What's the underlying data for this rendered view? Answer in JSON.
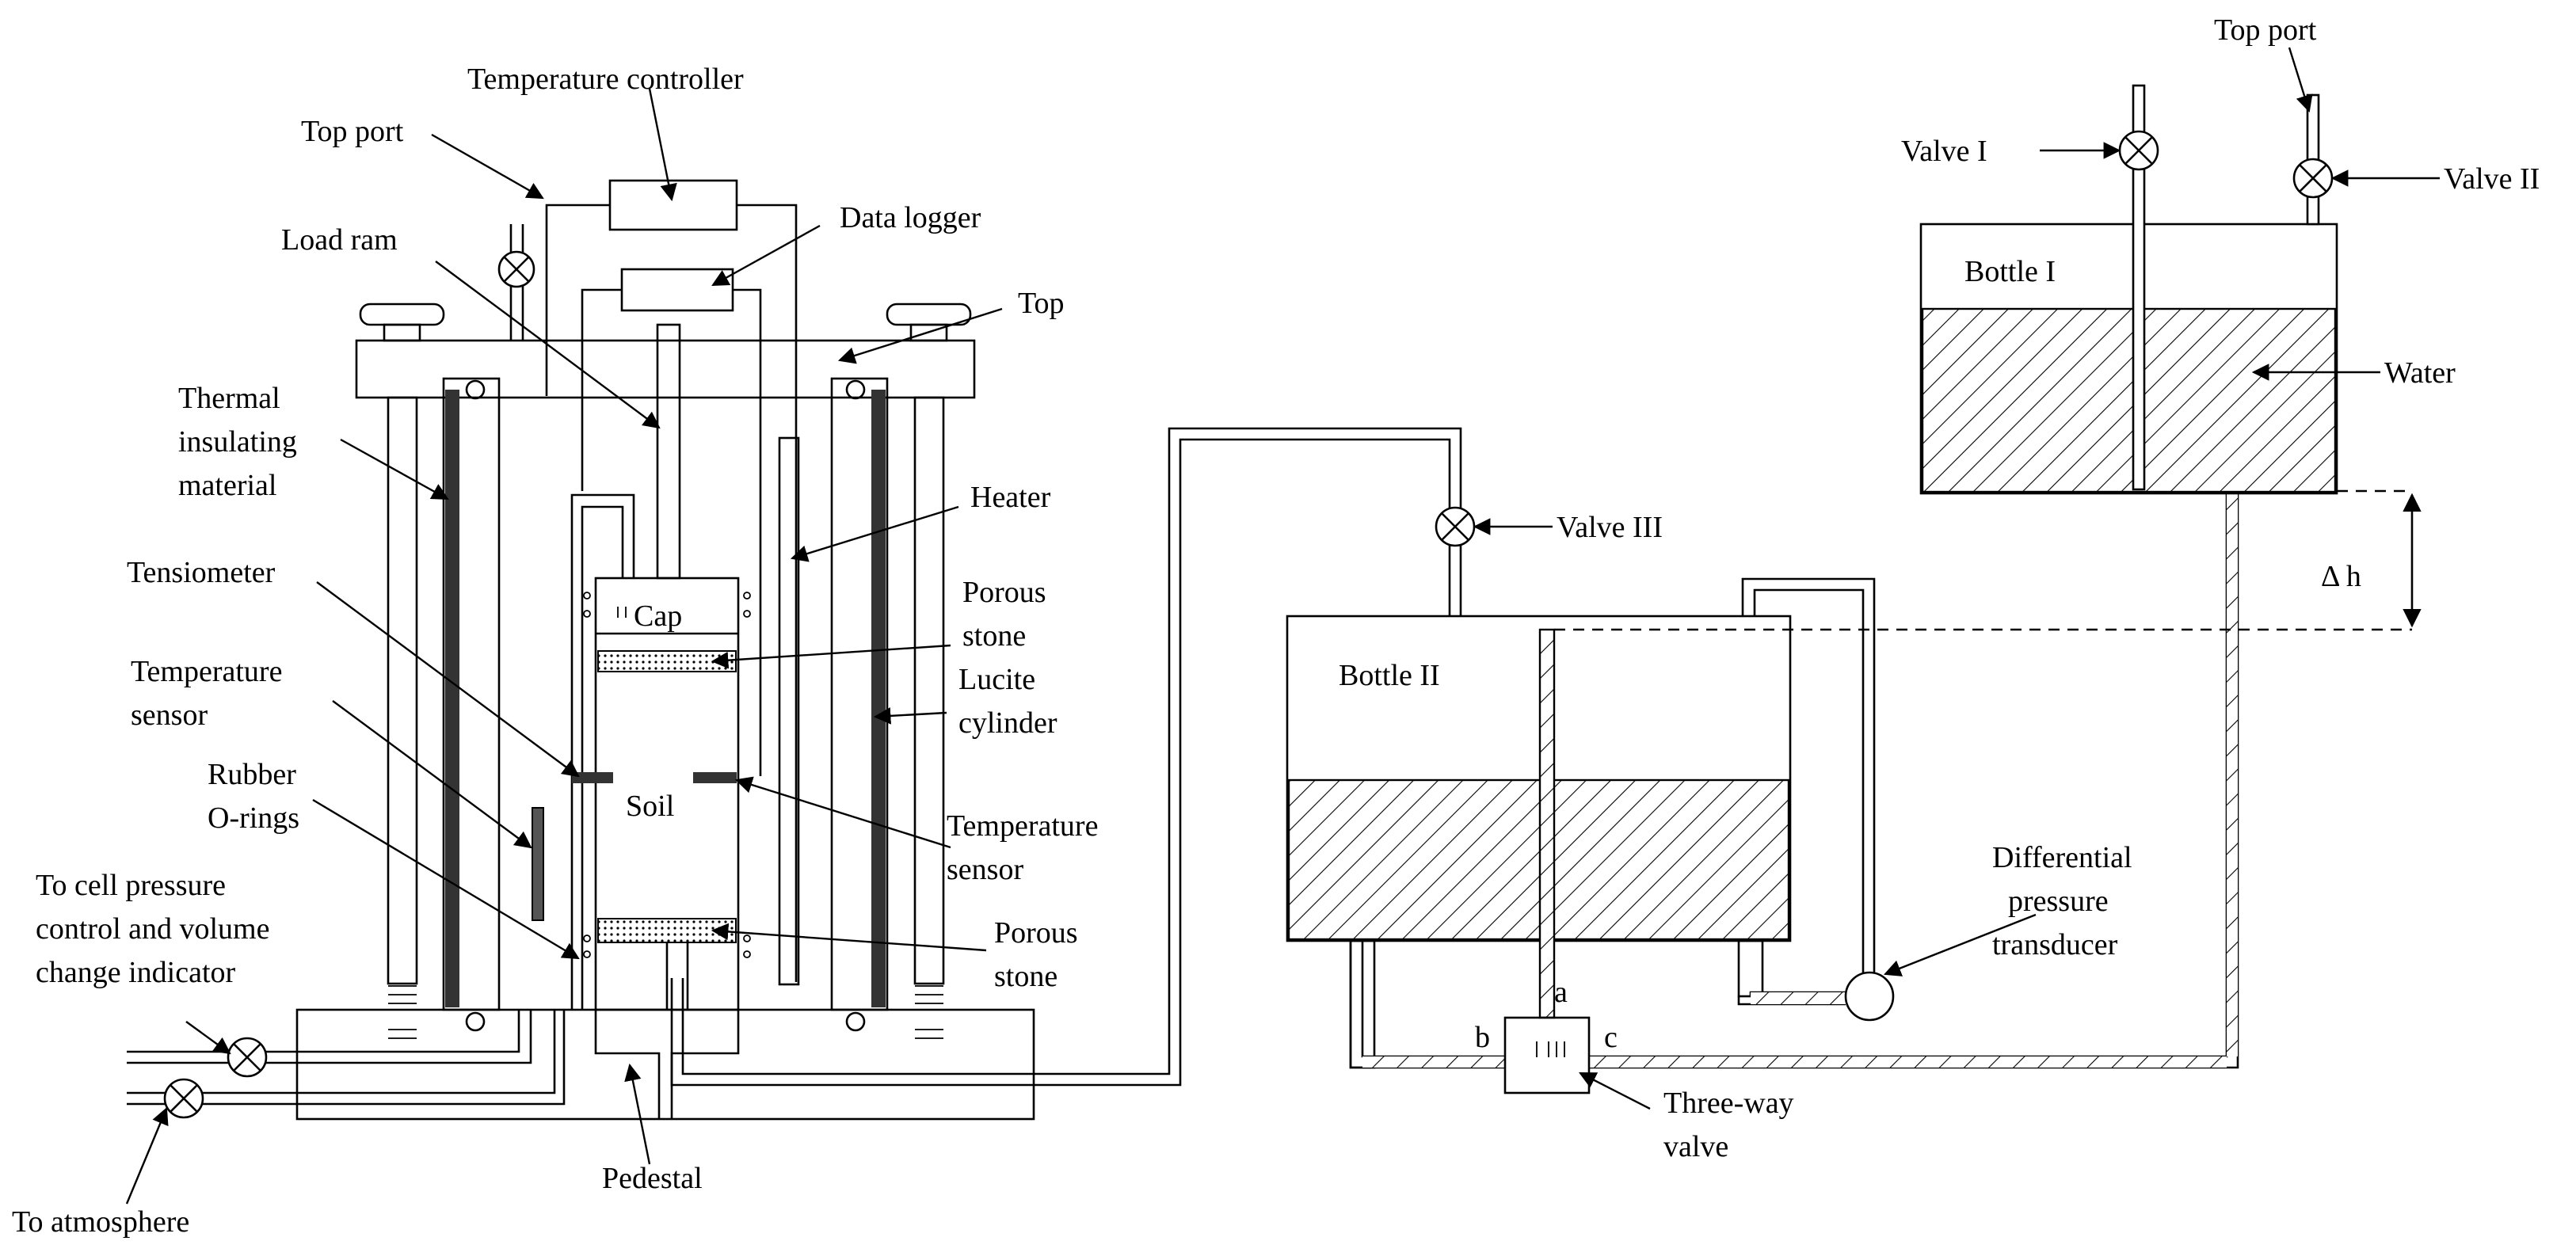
{
  "labels": {
    "temperature_controller": "Temperature controller",
    "top_port_left": "Top port",
    "data_logger": "Data logger",
    "load_ram": "Load ram",
    "top": "Top",
    "thermal_insulating_1": "Thermal",
    "thermal_insulating_2": "insulating",
    "thermal_insulating_3": "material",
    "heater": "Heater",
    "tensiometer": "Tensiometer",
    "cap": "Cap",
    "porous_stone_top_1": "Porous",
    "porous_stone_top_2": "stone",
    "temperature_sensor_left_1": "Temperature",
    "temperature_sensor_left_2": "sensor",
    "lucite_cylinder_1": "Lucite",
    "lucite_cylinder_2": "cylinder",
    "rubber_orings_1": "Rubber",
    "rubber_orings_2": "O-rings",
    "soil": "Soil",
    "temperature_sensor_right_1": "Temperature",
    "temperature_sensor_right_2": "sensor",
    "to_cell_pressure_1": "To cell pressure",
    "to_cell_pressure_2": "control and volume",
    "to_cell_pressure_3": "change indicator",
    "porous_stone_bottom_1": "Porous",
    "porous_stone_bottom_2": "stone",
    "pedestal": "Pedestal",
    "to_atmosphere": "To atmosphere",
    "valve_iii": "Valve III",
    "bottle_ii": "Bottle II",
    "top_port_right": "Top port",
    "valve_i": "Valve I",
    "valve_ii": "Valve II",
    "bottle_i": "Bottle I",
    "water": "Water",
    "delta_h": "Δ h",
    "differential_1": "Differential",
    "differential_2": "pressure",
    "differential_3": "transducer",
    "port_a": "a",
    "port_b": "b",
    "port_c": "c",
    "three_way_1": "Three-way",
    "three_way_2": "valve"
  }
}
